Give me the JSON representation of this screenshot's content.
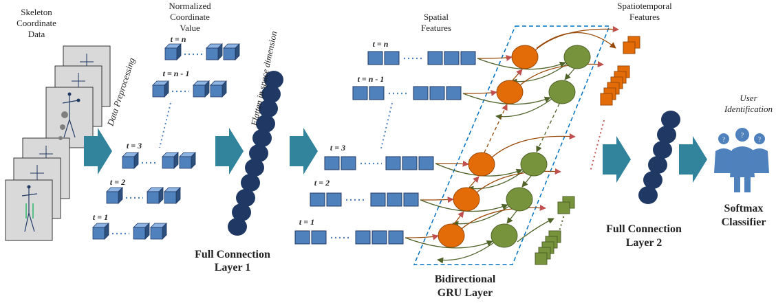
{
  "colors": {
    "cube_face": "#4f81bd",
    "cube_top": "#8eb4e3",
    "cube_side": "#2c4f7c",
    "cube_stroke": "#1f3864",
    "rect_fill": "#4f81bd",
    "rect_stroke": "#1f3864",
    "dark_bead": "#1f3864",
    "orange_node": "#e36c09",
    "green_node": "#77933c",
    "big_arrow": "#31849b",
    "dashed_box": "#0070c0",
    "dots": "#4f81bd",
    "person": "#4f81bd",
    "skeleton_frame": "#d9d9d9",
    "text": "#222222"
  },
  "labels": {
    "skeleton_data": [
      "Skeleton",
      "Coordinate",
      "Data"
    ],
    "normalized": [
      "Normalized",
      "Coordinate",
      "Value"
    ],
    "spatial_features": [
      "Spatial",
      "Features"
    ],
    "spatiotemporal": [
      "Spatiotemporal",
      "Features"
    ],
    "user_identification": [
      "User",
      "Identification"
    ],
    "data_preprocessing": "Data Preprocessing",
    "flatten": "Flatten in space dimension",
    "fc1": [
      "Full Connection",
      "Layer 1"
    ],
    "fc2": [
      "Full Connection",
      "Layer 2"
    ],
    "gru": [
      "Bidirectional",
      "GRU Layer"
    ],
    "softmax": [
      "Softmax",
      "Classifier"
    ],
    "cube_timesteps": [
      "t = n",
      "t = n - 1",
      "t = 3",
      "t = 2",
      "t = 1"
    ],
    "rect_timesteps": [
      "t = n",
      "t = n - 1",
      "t = 3",
      "t = 2",
      "t = 1"
    ]
  }
}
